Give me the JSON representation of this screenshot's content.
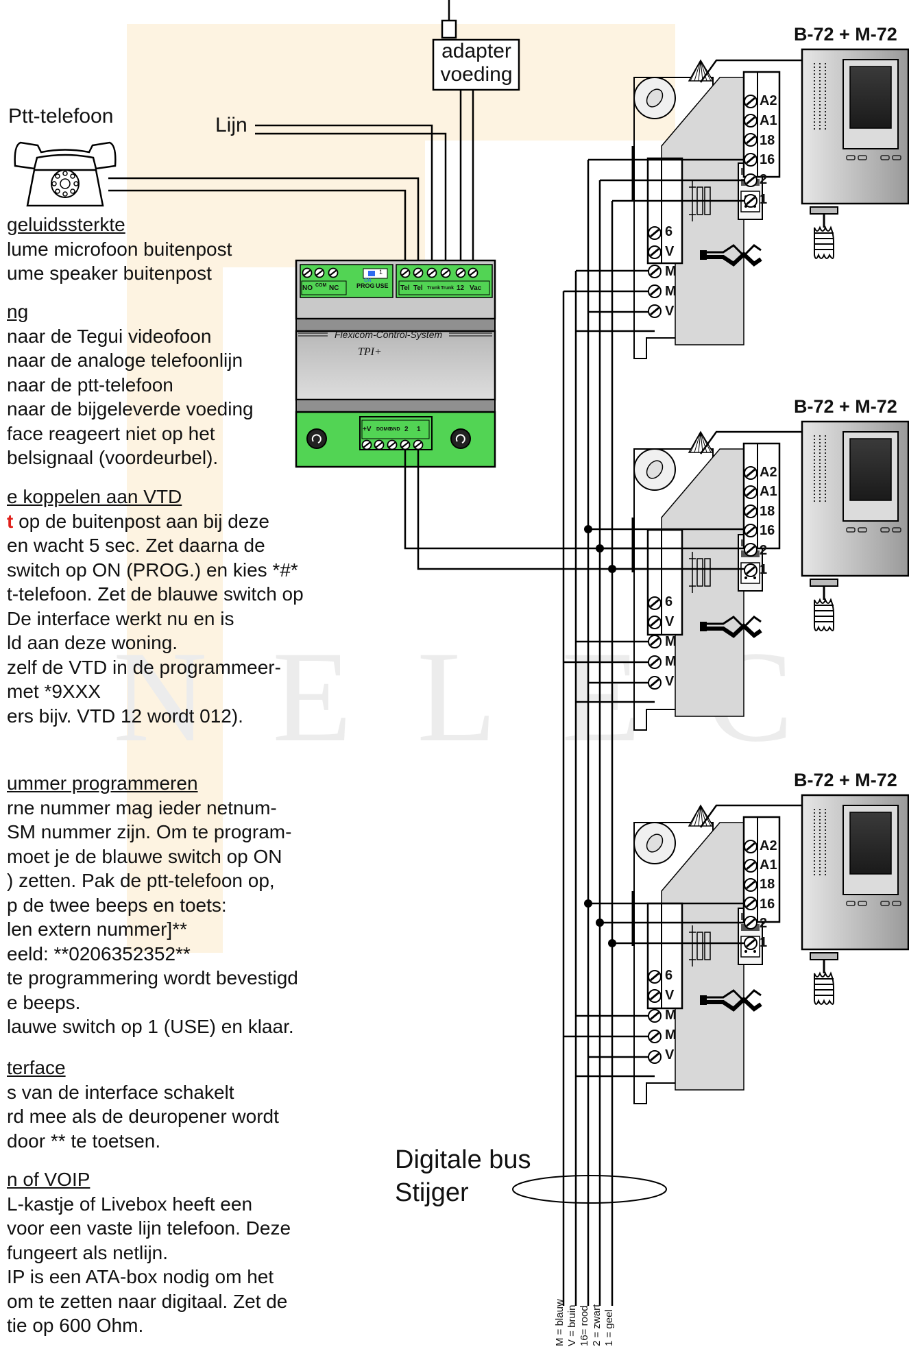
{
  "ptt_phone_label": "Ptt-telefoon",
  "line_label": "Lijn",
  "adapter": {
    "line1": "adapter",
    "line2": "voeding"
  },
  "interface": {
    "brand": "Flexicom-Control-System",
    "model": "TPI+",
    "top_terminals": [
      "NO",
      "COM",
      "NC",
      "Tel",
      "Tel",
      "Trunk",
      "Trunk",
      "12",
      "Vac"
    ],
    "switch_labels": [
      "PROG",
      "USE"
    ],
    "switch_positions": [
      "ON",
      "1"
    ],
    "bottom_terminals": [
      "+V",
      "DOMO",
      "GND",
      "2",
      "1"
    ]
  },
  "panel_labels": [
    "B-72 + M-72",
    "B-72 + M-72",
    "B-72 + M-72"
  ],
  "terminal_top": [
    "A2",
    "A1",
    "18",
    "16",
    "2",
    "1"
  ],
  "terminal_bottom": [
    "6",
    "V",
    "M",
    "M",
    "V"
  ],
  "bus_label": {
    "line1": "Digitale bus",
    "line2": "Stijger"
  },
  "wire_legend": [
    "M = blauw",
    "V = bruin",
    "16= rood",
    "2 = zwart",
    "1 = geel"
  ],
  "watermark": "NELEC",
  "colors": {
    "highlight": "#fdf3e1",
    "module_green": "#52d454",
    "module_grey": "#c9c9c9",
    "accent_red": "#e0201b"
  },
  "text": {
    "sec1": {
      "heading": "geluidssterkte",
      "lines": [
        "lume microfoon buitenpost",
        "ume speaker buitenpost"
      ]
    },
    "sec2": {
      "heading": "ng",
      "lines": [
        "naar de Tegui videofoon",
        "naar de analoge telefoonlijn",
        "naar de ptt-telefoon",
        "naar de bijgeleverde voeding",
        "face reageert niet op het",
        "belsignaal (voordeurbel)."
      ]
    },
    "sec3": {
      "heading": "e koppelen aan VTD",
      "first_red": "t",
      "first_rest": " op de buitenpost aan bij deze",
      "lines": [
        "en wacht 5 sec. Zet daarna de",
        "switch op ON (PROG.) en kies *#*",
        "t-telefoon. Zet de blauwe switch op",
        " De interface werkt nu en is",
        "ld aan deze woning.",
        "zelf de VTD in de programmeer-",
        "met *9XXX",
        "ers bijv. VTD 12 wordt 012)."
      ]
    },
    "sec4": {
      "heading": "ummer programmeren",
      "lines": [
        "rne nummer mag ieder netnum-",
        "SM nummer zijn. Om te program-",
        "moet je de blauwe switch op ON",
        ") zetten.  Pak de ptt-telefoon op,",
        "p de twee beeps en toets:",
        "len extern nummer]**",
        "eeld: **0206352352**",
        "te programmering wordt bevestigd",
        "e beeps.",
        "lauwe switch op 1 (USE) en klaar."
      ]
    },
    "sec5": {
      "heading": "terface",
      "lines": [
        "s van de interface schakelt",
        "rd mee als de deuropener wordt",
        "door ** te toetsen."
      ]
    },
    "sec6": {
      "heading": "n of VOIP",
      "lines": [
        "L-kastje of Livebox heeft een",
        "voor een vaste lijn telefoon. Deze",
        "fungeert als netlijn.",
        "IP is een ATA-box nodig om het",
        "om te zetten naar digitaal. Zet de",
        "tie op 600 Ohm."
      ]
    }
  }
}
